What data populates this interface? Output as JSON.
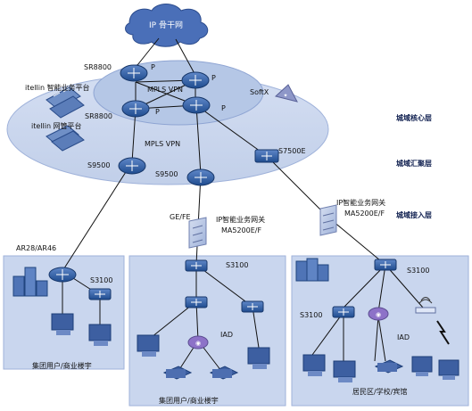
{
  "nodes": {
    "backbone": "IP 骨干网",
    "sr8800_top": "SR8800",
    "sr8800_mid": "SR8800",
    "p_labels": [
      "P",
      "P",
      "P",
      "P"
    ],
    "mpls_vpn_1": "MPLS VPN",
    "mpls_vpn_2": "MPLS VPN",
    "softx": "SoftX",
    "itellin_service": "itellin 智能业务平台",
    "itellin_mgmt": "itellin 网管平台",
    "s9500_left": "S9500",
    "s9500_mid": "S9500",
    "s7500e": "S7500E",
    "gefe": "GE/FE",
    "gw_mid": "IP智能业务网关\nMA5200E/F",
    "gw_right": "IP智能业务网关\nMA5200E/F",
    "ar28": "AR28/AR46",
    "s3100_left": "S3100",
    "s3100_mid": "S3100",
    "s3100_right": "S3100",
    "s3100_right2": "S3100",
    "iad_mid": "IAD",
    "iad_right": "IAD"
  },
  "layers": {
    "core": "城域核心层",
    "aggregation": "城域汇聚层",
    "access": "城域接入层"
  },
  "regions": {
    "left_users": "集团用户/商业楼宇",
    "mid_users": "集团用户/商业楼宇",
    "right_users": "居民区/学校/宾馆"
  },
  "colors": {
    "cloud": "#4a6fb8",
    "ellipse": "#c9d6ee",
    "panel": "#c9d6ee",
    "device": "#2e5a9a",
    "line": "#111111"
  }
}
